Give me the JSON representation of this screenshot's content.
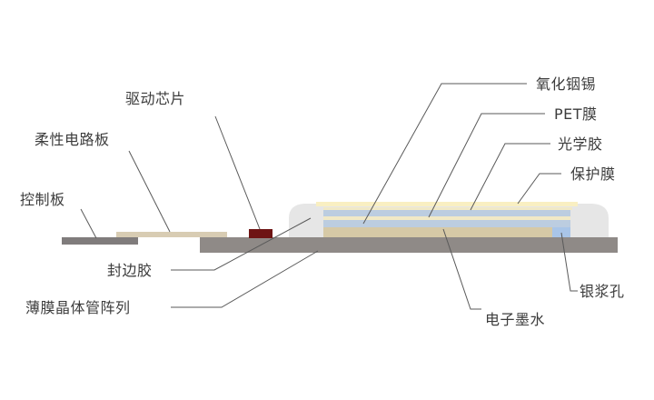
{
  "labels": {
    "driver_chip": "驱动芯片",
    "fpc": "柔性电路板",
    "control_board": "控制板",
    "sealant": "封边胶",
    "tft_array": "薄膜晶体管阵列",
    "ito": "氧化铟锡",
    "pet_film": "PET膜",
    "optical_adhesive": "光学胶",
    "protective_film": "保护膜",
    "silver_via": "银浆孔",
    "e_ink": "电子墨水"
  },
  "colors": {
    "background": "#ffffff",
    "substrate": "#8f8a87",
    "control_board": "#807c7c",
    "fpc": "#d8ccb3",
    "driver_chip": "#6e1414",
    "sealant": "#e6e6e6",
    "e_ink": "#d6c9a6",
    "ito_layer": "#bccde0",
    "optical_adhesive": "#f1e9c6",
    "protective_film": "#f9efc2",
    "silver_via": "#a9c5e8",
    "text": "#3c3c3c",
    "leader_line": "#5a5a5a"
  }
}
